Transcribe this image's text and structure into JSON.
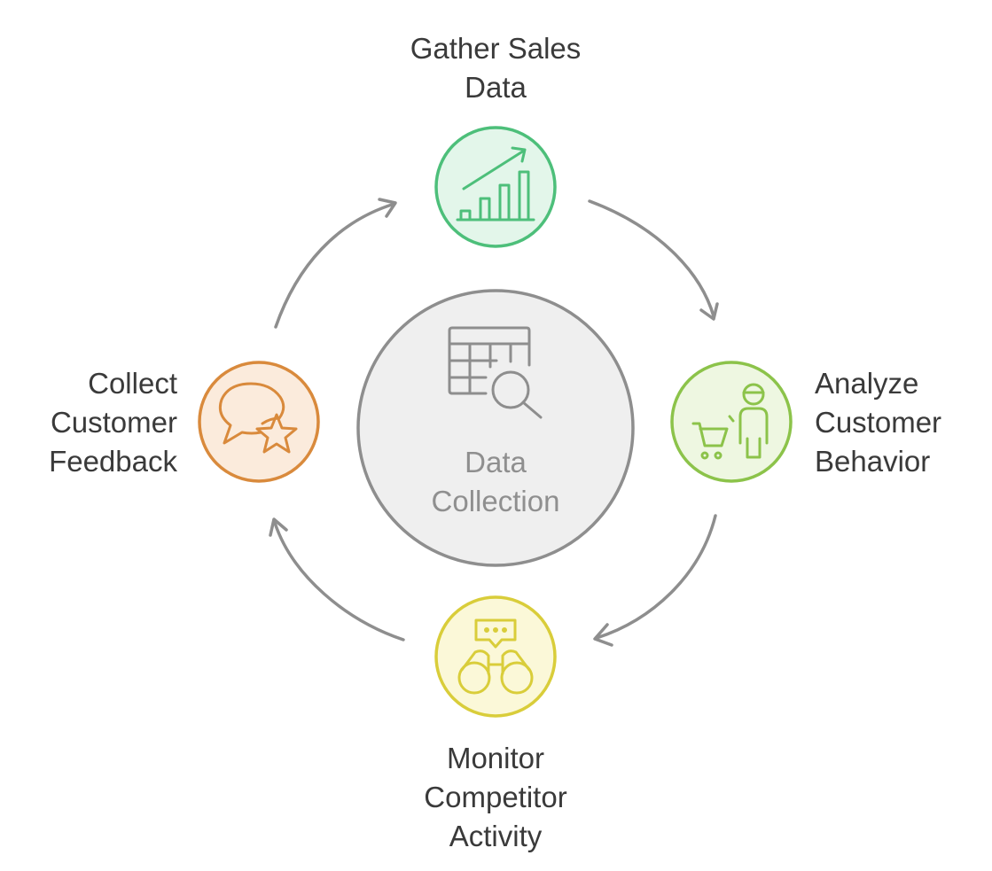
{
  "center": {
    "title_lines": [
      "Data",
      "Collection"
    ],
    "icon": "spreadsheet-magnifier-icon",
    "fill_color": "#efefef",
    "stroke_color": "#8e8e8e"
  },
  "steps": [
    {
      "id": "gather-sales-data",
      "label_lines": [
        "Gather Sales",
        "Data"
      ],
      "icon": "bar-chart-trend-icon",
      "stroke_color": "#4dbf7a",
      "fill_color": "#e3f6ea"
    },
    {
      "id": "analyze-customer-behavior",
      "label_lines": [
        "Analyze",
        "Customer",
        "Behavior"
      ],
      "icon": "shopping-cart-person-icon",
      "stroke_color": "#8cc34a",
      "fill_color": "#eef7e1"
    },
    {
      "id": "monitor-competitor-activity",
      "label_lines": [
        "Monitor",
        "Competitor",
        "Activity"
      ],
      "icon": "binoculars-chat-icon",
      "stroke_color": "#d9cd3a",
      "fill_color": "#fbf8d8"
    },
    {
      "id": "collect-customer-feedback",
      "label_lines": [
        "Collect",
        "Customer",
        "Feedback"
      ],
      "icon": "speech-bubble-star-icon",
      "stroke_color": "#d98a3c",
      "fill_color": "#fbebdc"
    }
  ],
  "arrow_color": "#8e8e8e"
}
